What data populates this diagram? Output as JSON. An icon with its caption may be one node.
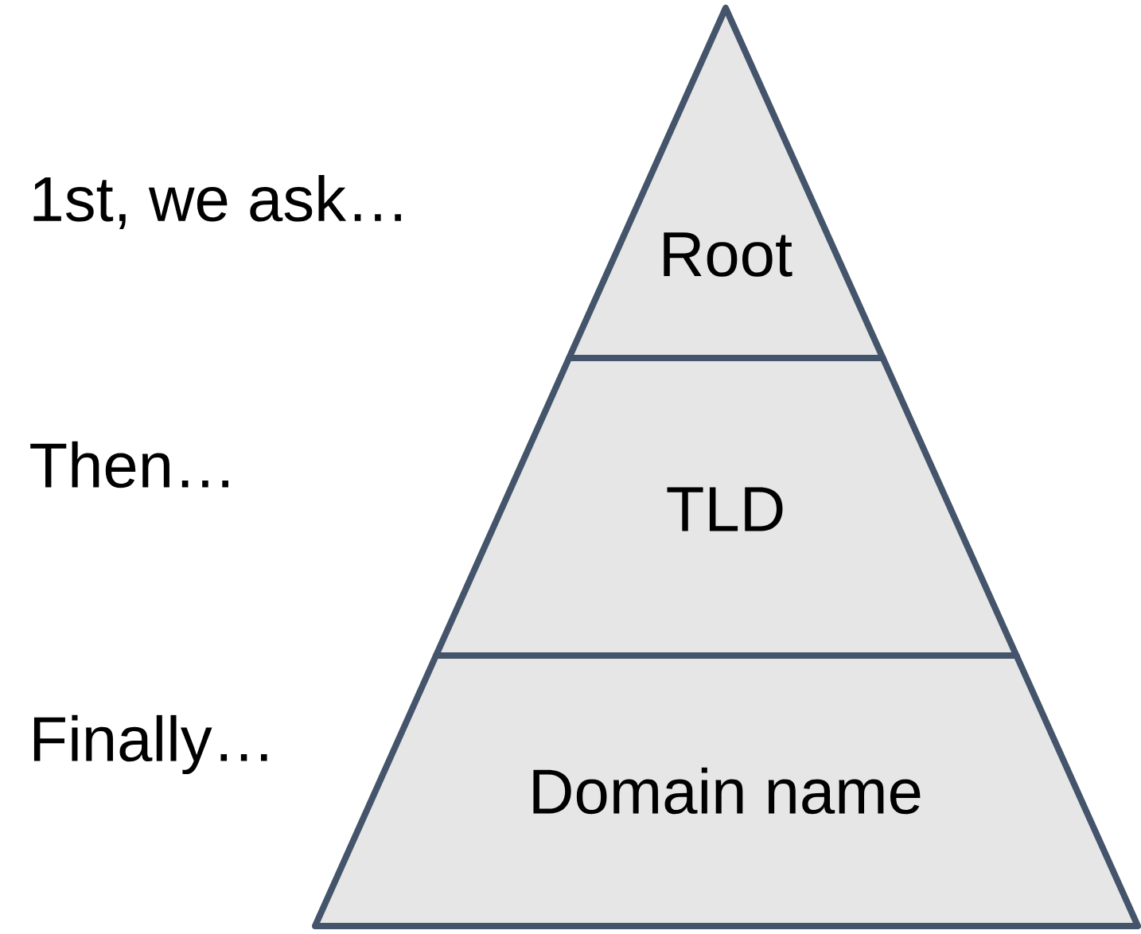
{
  "diagram": {
    "nodes": [
      {
        "text": [
          "Root"
        ]
      },
      {
        "text": [
          "TLD"
        ]
      },
      {
        "text": [
          "Domain name"
        ]
      }
    ],
    "labels": [
      "1st, we ask…",
      "Then…",
      "Finally…"
    ]
  }
}
